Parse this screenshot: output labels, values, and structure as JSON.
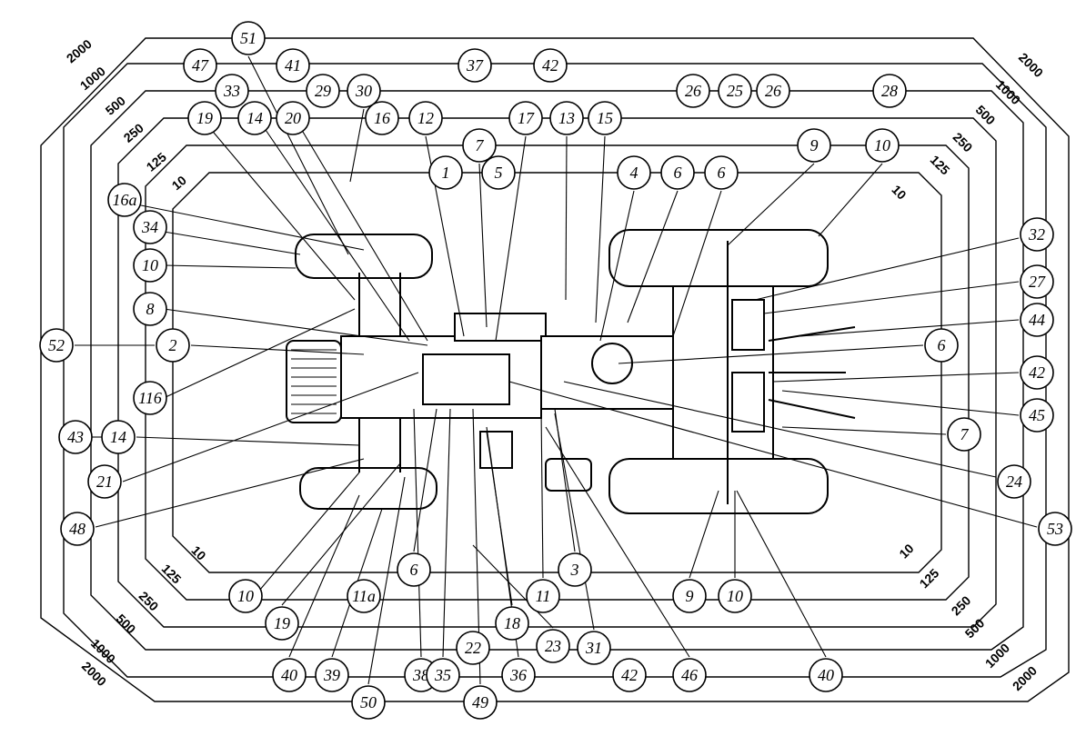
{
  "ring_labels": [
    "10",
    "125",
    "250",
    "500",
    "1000",
    "2000"
  ],
  "callouts": [
    "51",
    "47",
    "41",
    "37",
    "42",
    "33",
    "29",
    "30",
    "26",
    "25",
    "26",
    "28",
    "19",
    "14",
    "20",
    "16",
    "12",
    "17",
    "13",
    "15",
    "7",
    "9",
    "10",
    "1",
    "5",
    "4",
    "6",
    "6",
    "16a",
    "34",
    "10",
    "32",
    "27",
    "8",
    "44",
    "52",
    "2",
    "6",
    "42",
    "116",
    "45",
    "43",
    "14",
    "7",
    "21",
    "24",
    "48",
    "53",
    "6",
    "3",
    "10",
    "11a",
    "11",
    "9",
    "10",
    "19",
    "18",
    "23",
    "40",
    "39",
    "38",
    "22",
    "35",
    "36",
    "31",
    "42",
    "46",
    "40",
    "50",
    "49"
  ]
}
